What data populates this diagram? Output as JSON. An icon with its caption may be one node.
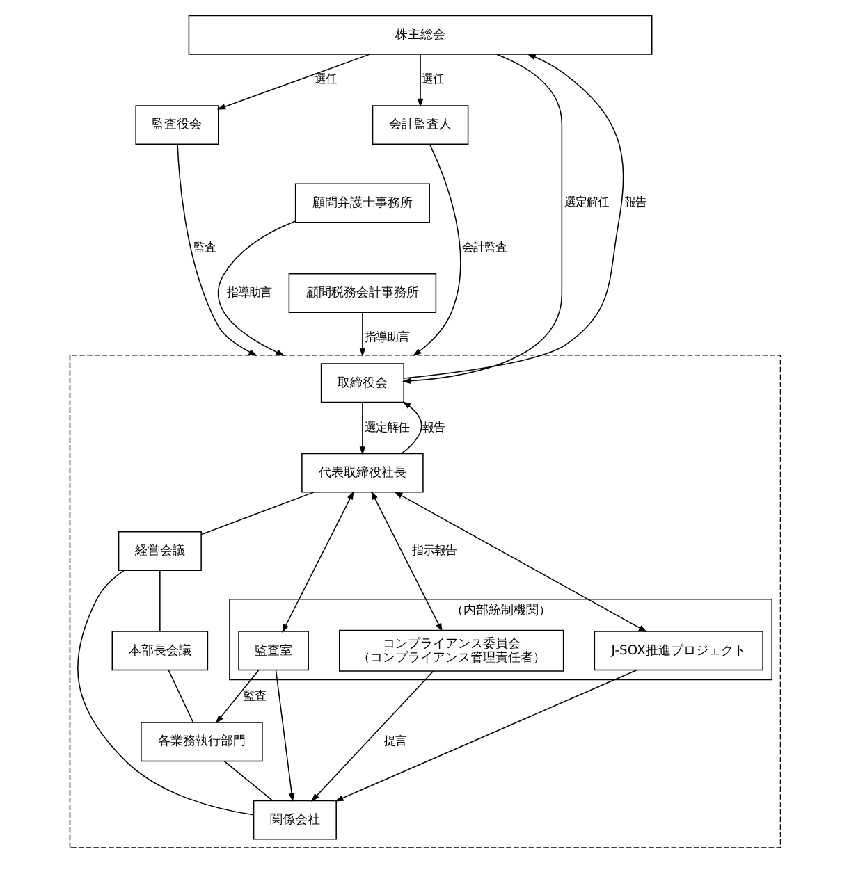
{
  "diagram": {
    "nodes": [
      {
        "text": [
          "株主総会"
        ]
      },
      {
        "text": [
          "会計監査人"
        ]
      },
      {
        "text": [
          "顧問弁護士事務所"
        ]
      },
      {
        "text": [
          "顧問税務会計事務所"
        ]
      },
      {
        "text": [
          "監査役会"
        ]
      },
      {
        "text": [],
        "shape": "box"
      },
      {
        "text": [
          "取締役会"
        ],
        "in": 5
      },
      {
        "text": [
          "代表取締役社長"
        ],
        "in": 5
      },
      {
        "text": [
          "経営会議"
        ],
        "in": 5
      },
      {
        "text": [
          "本部長会議"
        ],
        "in": 5
      },
      {
        "text": [
          "各業務執行部門"
        ],
        "in": 5
      },
      {
        "text": [
          "関係会社"
        ],
        "in": 5
      },
      {
        "text": [
          "（内部統制機関）"
        ],
        "in": 5
      },
      {
        "text": [
          "コンプライアンス委員会",
          "（コンプライアンス管理責任者）"
        ],
        "in": 12
      },
      {
        "text": [
          "J-SOX推進プロジェクト"
        ],
        "in": 12
      },
      {
        "text": [
          "監査室"
        ],
        "in": 12
      }
    ],
    "edges": [
      {
        "from": 0,
        "to": 1,
        "arrow": "to",
        "label": "選任"
      },
      {
        "from": 0,
        "to": 6,
        "arrow": "to",
        "label": "選定解任"
      },
      {
        "from": 6,
        "to": 0,
        "arrow": "to",
        "label": "報告"
      },
      {
        "from": 0,
        "to": 4,
        "arrow": "to",
        "label": "選任"
      },
      {
        "from": 1,
        "to": 5,
        "arrow": "to",
        "label": "会計監査"
      },
      {
        "from": 2,
        "to": 5,
        "arrow": "to",
        "label": "指導助言"
      },
      {
        "from": 3,
        "to": 5,
        "arrow": "to",
        "label": "指導助言"
      },
      {
        "from": 4,
        "to": 5,
        "arrow": "to",
        "label": "監査"
      },
      {
        "from": 6,
        "to": 7,
        "arrow": "to",
        "label": "選定解任"
      },
      {
        "from": 7,
        "to": 6,
        "arrow": "to",
        "label": "報告"
      },
      {
        "from": 7,
        "to": 13,
        "arrow": "both",
        "label": "指示報告"
      },
      {
        "from": 7,
        "to": 14,
        "arrow": "both"
      },
      {
        "from": 7,
        "to": 15,
        "arrow": "both"
      },
      {
        "from": 7,
        "to": 8,
        "arrow": "none"
      },
      {
        "from": 8,
        "to": 9,
        "arrow": "none"
      },
      {
        "from": 9,
        "to": 10,
        "arrow": "none"
      },
      {
        "from": 10,
        "to": 11,
        "arrow": "none"
      },
      {
        "from": 8,
        "to": 11,
        "arrow": "none"
      },
      {
        "from": 15,
        "to": 10,
        "arrow": "to",
        "label": "監査"
      },
      {
        "from": 15,
        "to": 11,
        "arrow": "to"
      },
      {
        "from": 13,
        "to": 11,
        "arrow": "to",
        "label": "提言"
      },
      {
        "from": 14,
        "to": 11,
        "arrow": "to"
      }
    ]
  }
}
